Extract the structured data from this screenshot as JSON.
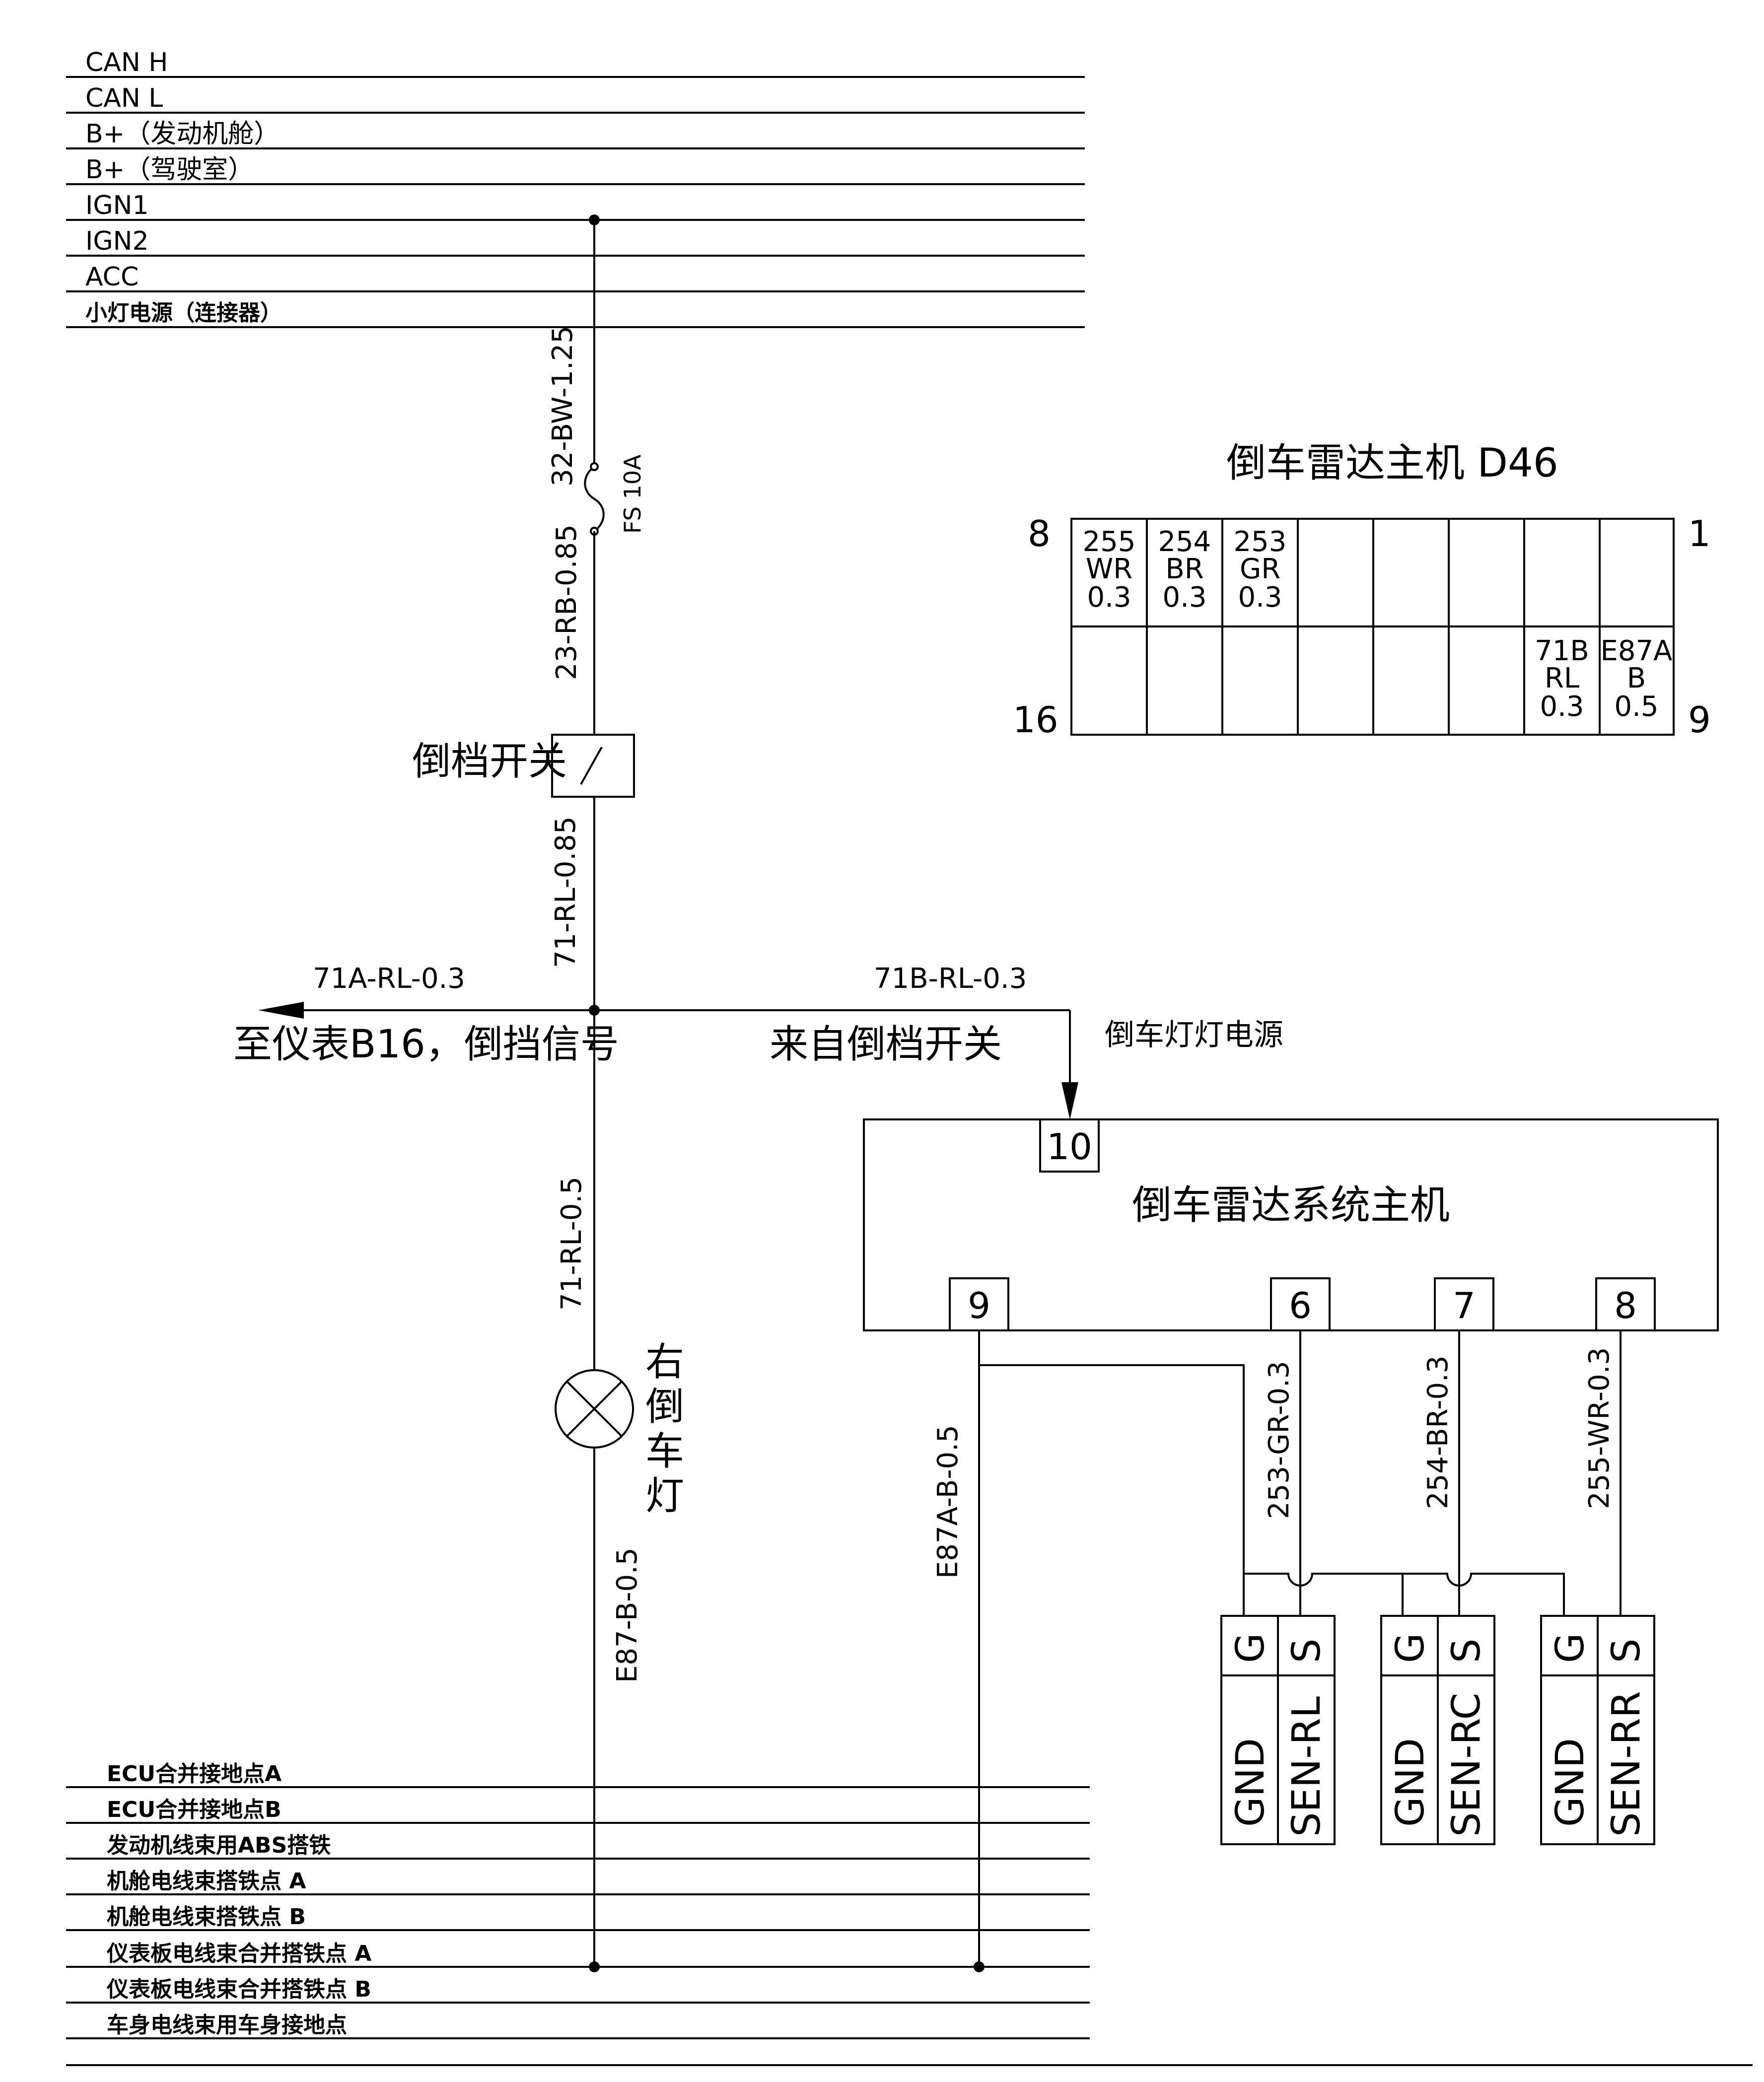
{
  "top_buses": [
    "CAN H",
    "CAN L",
    "B+（发动机舱）",
    "B+（驾驶室）",
    "IGN1",
    "IGN2",
    "ACC",
    "小灯电源（连接器）"
  ],
  "bottom_buses": [
    "ECU合并接地点A",
    "ECU合并接地点B",
    "发动机线束用ABS搭铁",
    "机舱电线束搭铁点 A",
    "机舱电线束搭铁点 B",
    "仪表板电线束合并搭铁点 A",
    "仪表板电线束合并搭铁点 B",
    "车身电线束用车身接地点"
  ],
  "wires": {
    "w_32": "32-BW-1.25",
    "fuse": "FS 10A",
    "w_23": "23-RB-0.85",
    "w_71": "71-RL-0.85",
    "w_71a": "71A-RL-0.3",
    "w_71b": "71B-RL-0.3",
    "w_71_05": "71-RL-0.5",
    "w_e87": "E87-B-0.5",
    "w_e87a": "E87A-B-0.5",
    "w_253": "253-GR-0.3",
    "w_254": "254-BR-0.3",
    "w_255": "255-WR-0.3"
  },
  "labels": {
    "reverse_switch": "倒档开关",
    "to_cluster": "至仪表B16，倒挡信号",
    "from_switch": "来自倒档开关",
    "lamp_power": "倒车灯灯电源",
    "radar_module": "倒车雷达系统主机",
    "right_lamp": [
      "右",
      "倒",
      "车",
      "灯"
    ]
  },
  "connector": {
    "title": "倒车雷达主机 D46",
    "pin_tl": "8",
    "pin_tr": "1",
    "pin_bl": "16",
    "pin_br": "9",
    "top_cells": [
      [
        "255",
        "WR",
        "0.3"
      ],
      [
        "254",
        "BR",
        "0.3"
      ],
      [
        "253",
        "GR",
        "0.3"
      ],
      [],
      [],
      [],
      [],
      []
    ],
    "bottom_cells": [
      [],
      [],
      [],
      [],
      [],
      [],
      [
        "71B",
        "RL",
        "0.3"
      ],
      [
        "E87A",
        "B",
        "0.5"
      ]
    ]
  },
  "module_pins": {
    "p10": "10",
    "p9": "9",
    "p6": "6",
    "p7": "7",
    "p8": "8"
  },
  "sensors": [
    {
      "g": "G",
      "s": "S",
      "gnd": "GND",
      "name": "SEN-RL"
    },
    {
      "g": "G",
      "s": "S",
      "gnd": "GND",
      "name": "SEN-RC"
    },
    {
      "g": "G",
      "s": "S",
      "gnd": "GND",
      "name": "SEN-RR"
    }
  ]
}
